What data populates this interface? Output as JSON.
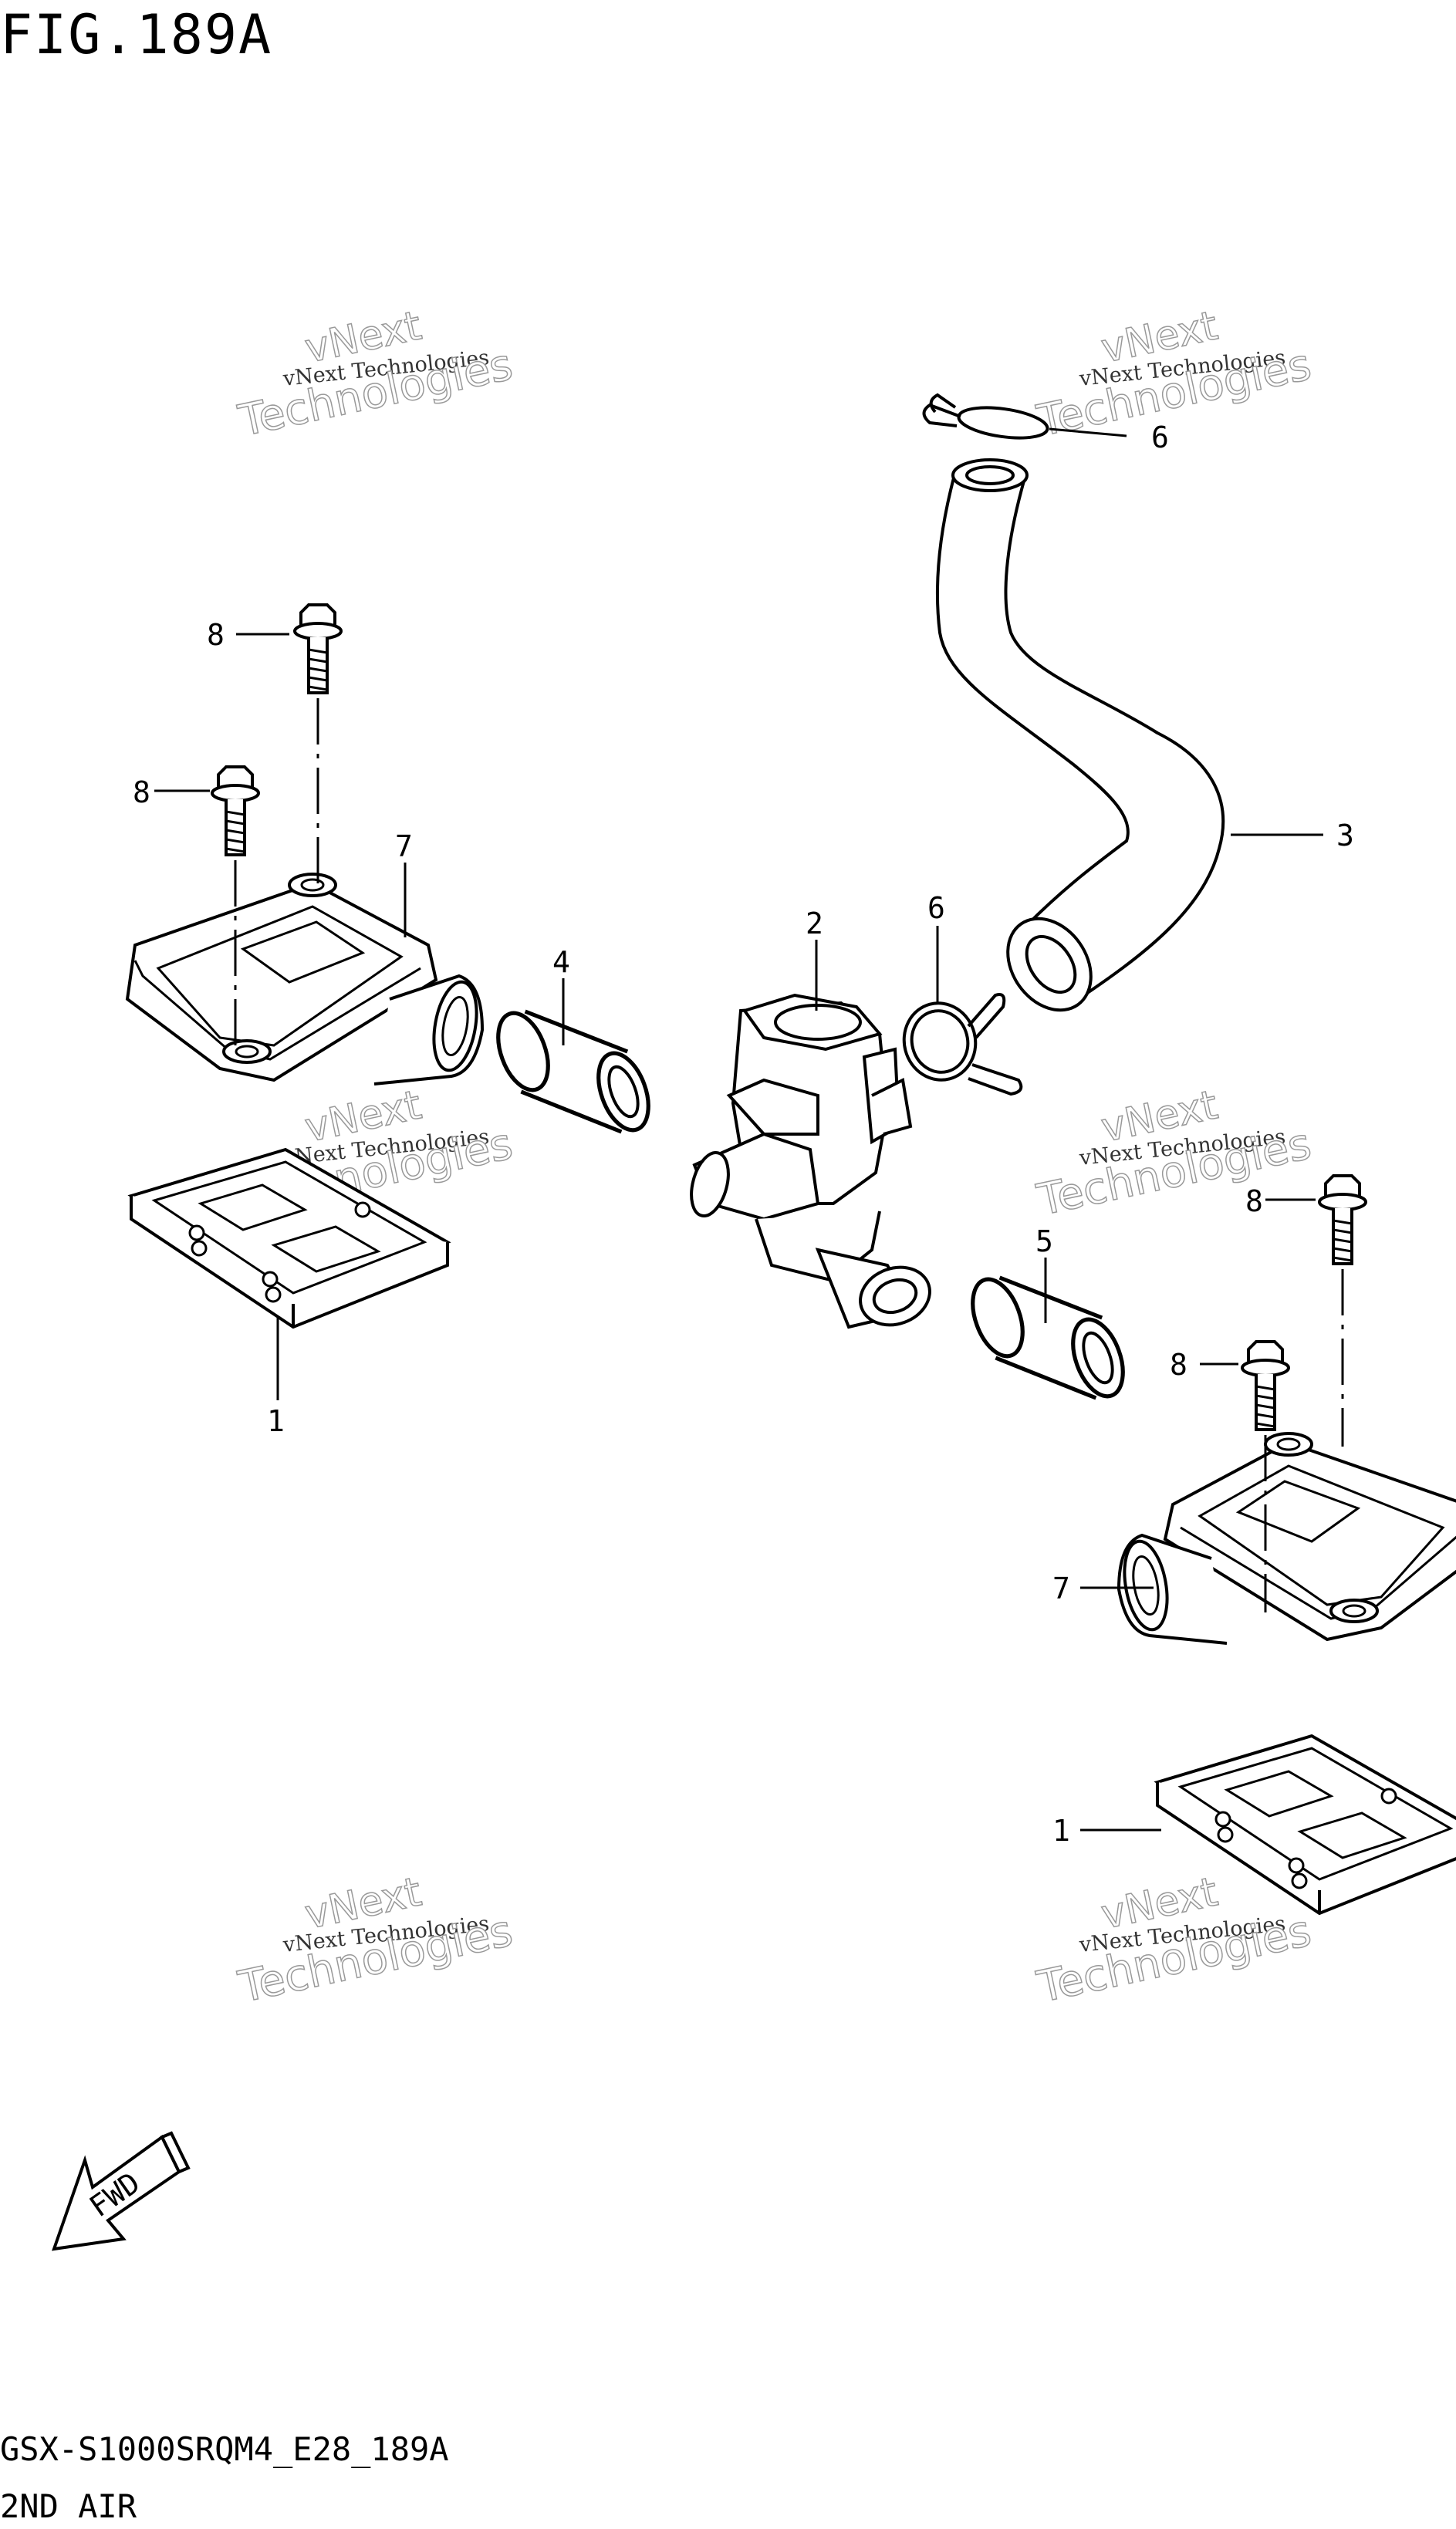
{
  "figure": {
    "title": "FIG.189A",
    "model_code": "GSX-S1000SRQM4_E28_189A",
    "subtitle": "2ND AIR"
  },
  "callouts": [
    {
      "id": "c6a",
      "label": "6"
    },
    {
      "id": "c8a",
      "label": "8"
    },
    {
      "id": "c8b",
      "label": "8"
    },
    {
      "id": "c7a",
      "label": "7"
    },
    {
      "id": "c3",
      "label": "3"
    },
    {
      "id": "c2",
      "label": "2"
    },
    {
      "id": "c6b",
      "label": "6"
    },
    {
      "id": "c4",
      "label": "4"
    },
    {
      "id": "c1a",
      "label": "1"
    },
    {
      "id": "c5",
      "label": "5"
    },
    {
      "id": "c8c",
      "label": "8"
    },
    {
      "id": "c8d",
      "label": "8"
    },
    {
      "id": "c7b",
      "label": "7"
    },
    {
      "id": "c1b",
      "label": "1"
    }
  ],
  "watermark": {
    "small_text": "vNext Technologies",
    "big_text_1": "vNext",
    "big_text_2": "Technologies"
  },
  "fwd_label": "FWD"
}
